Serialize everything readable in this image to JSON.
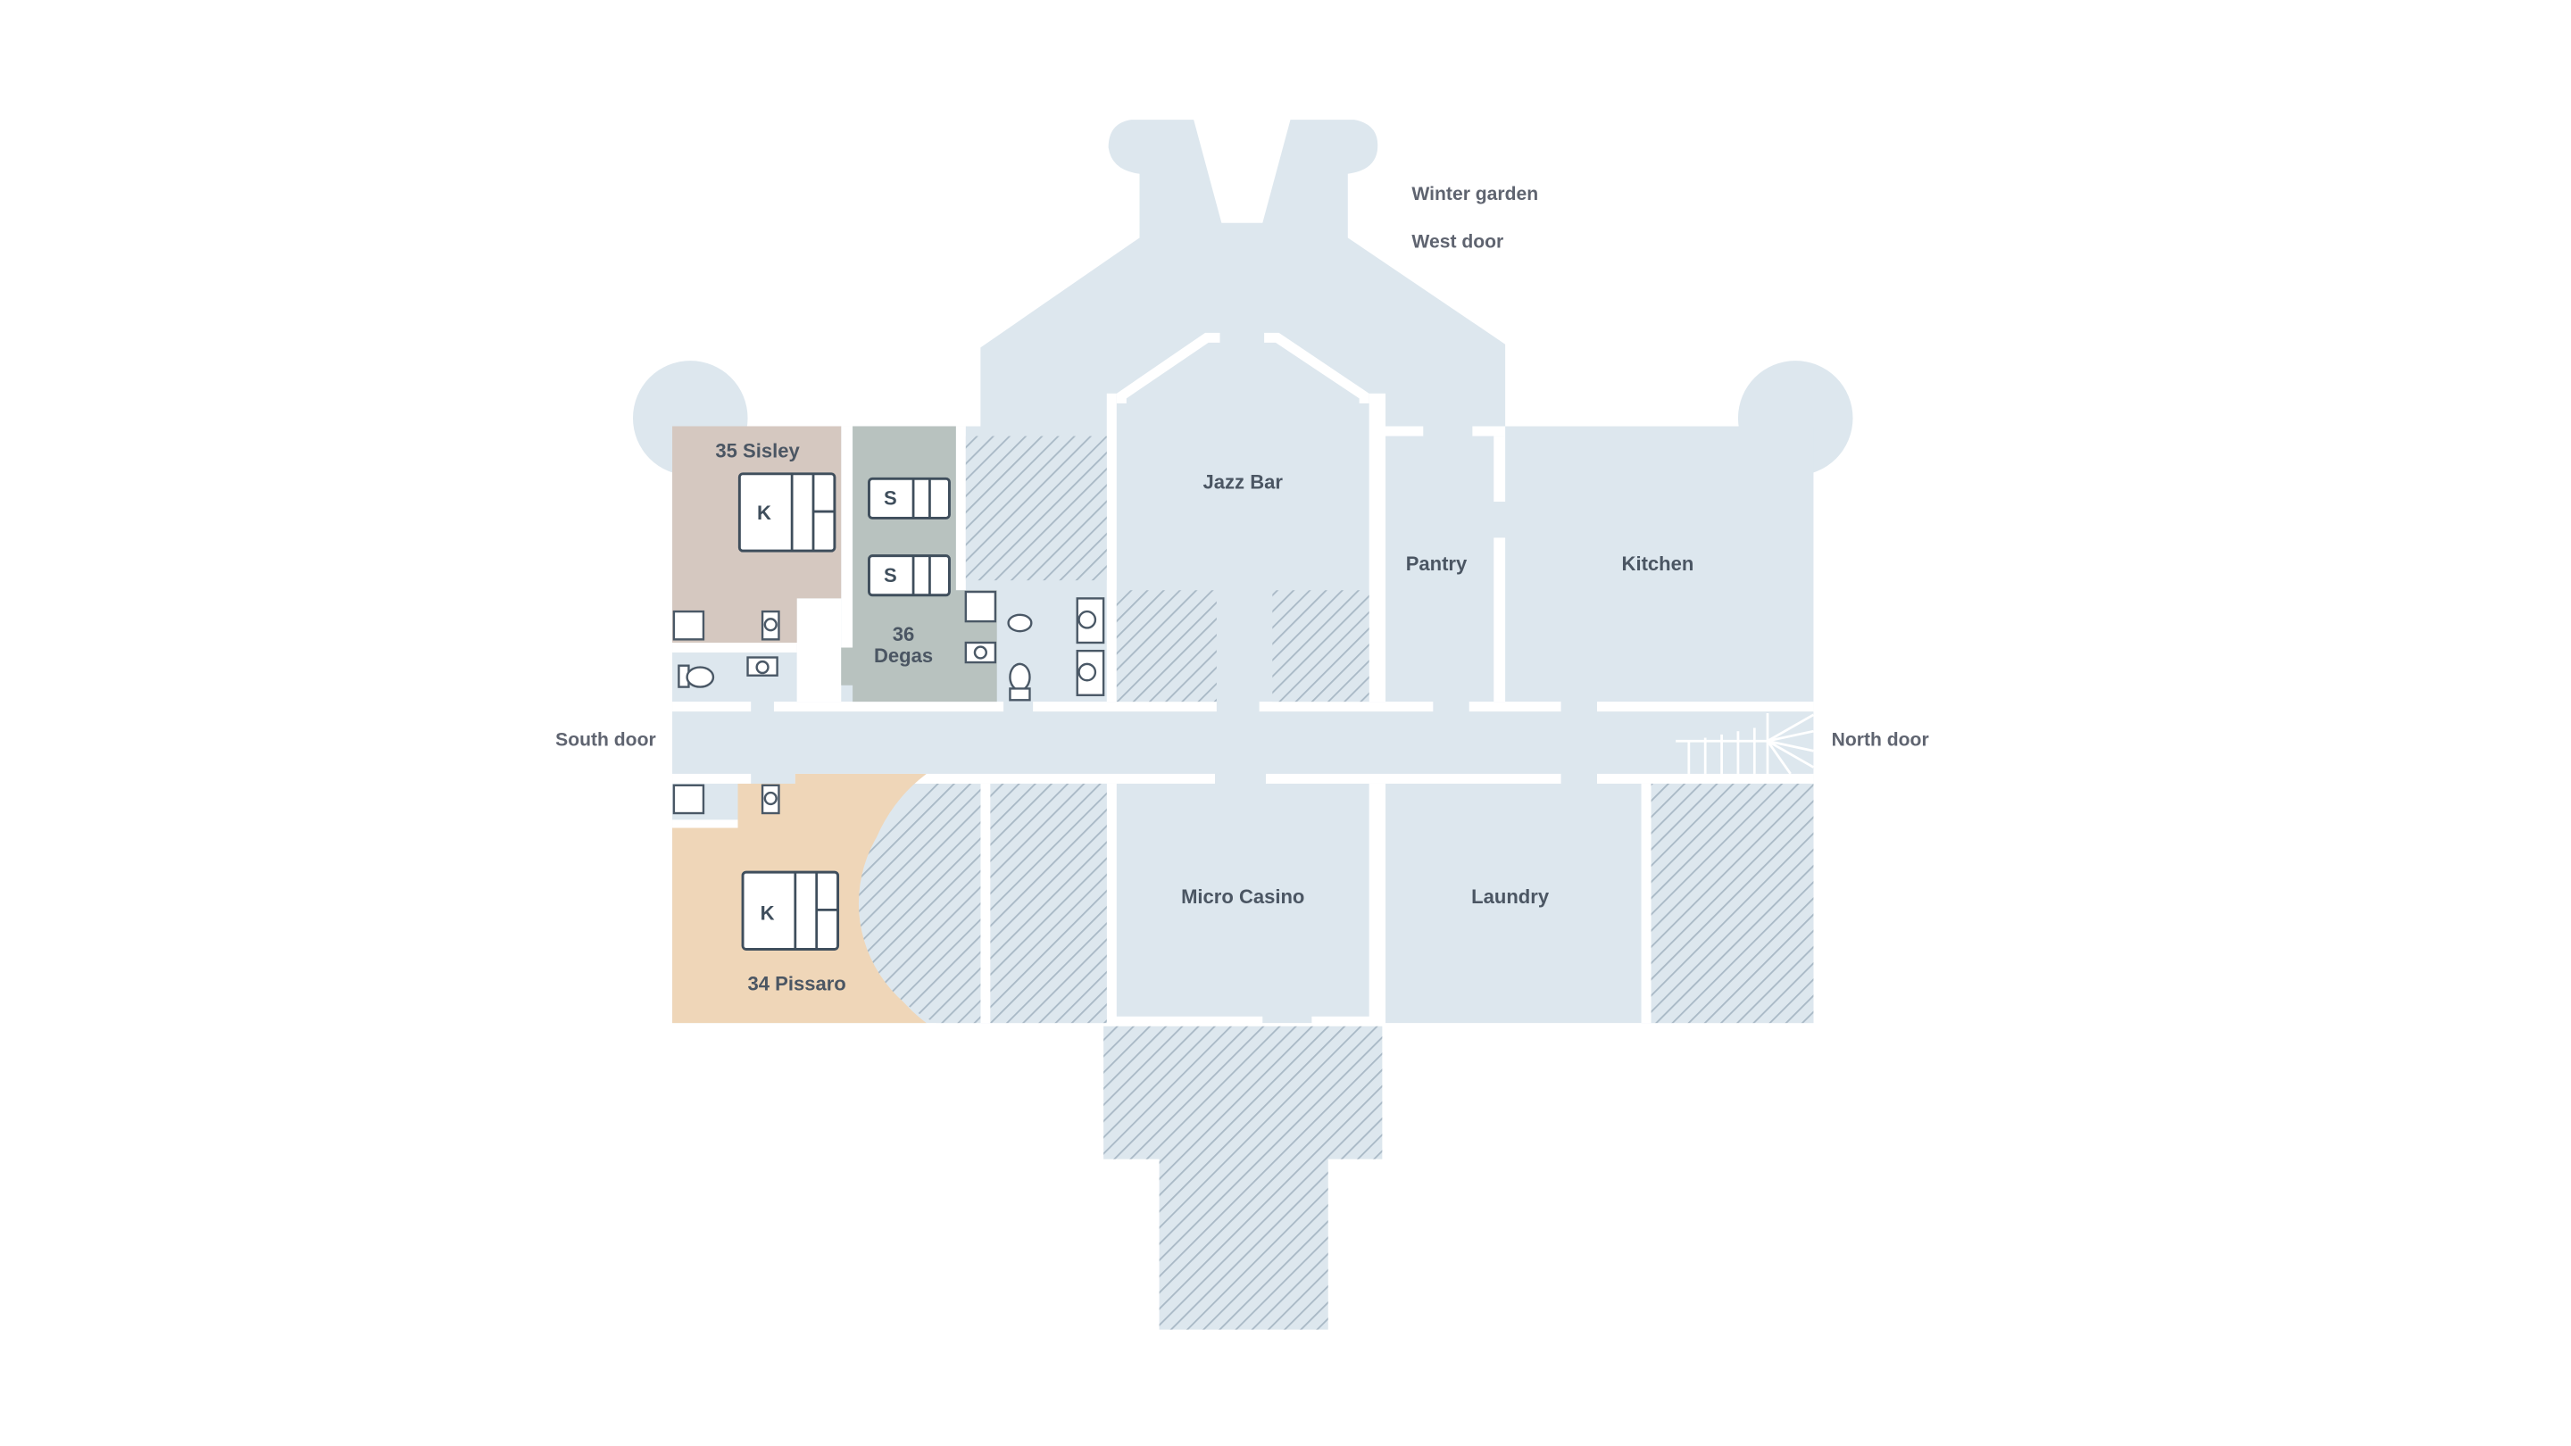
{
  "external_labels": {
    "winter_garden": "Winter garden",
    "west_door": "West door",
    "south_door": "South door",
    "north_door": "North door"
  },
  "rooms": {
    "sisley": "35 Sisley",
    "degas_number": "36",
    "degas_name": "Degas",
    "pissaro": "34 Pissaro",
    "jazz_bar": "Jazz Bar",
    "pantry": "Pantry",
    "kitchen": "Kitchen",
    "micro_casino": "Micro Casino",
    "laundry": "Laundry"
  },
  "beds": {
    "sisley_bed": "K",
    "degas_bed_1": "S",
    "degas_bed_2": "S",
    "pissaro_bed": "K"
  },
  "colors": {
    "floor": "#dde7ee",
    "sisley": "#d5c8c0",
    "degas": "#b8c2bf",
    "pissaro": "#efd6b8",
    "hatch": "#a9b9c6",
    "text": "#4b5663"
  }
}
